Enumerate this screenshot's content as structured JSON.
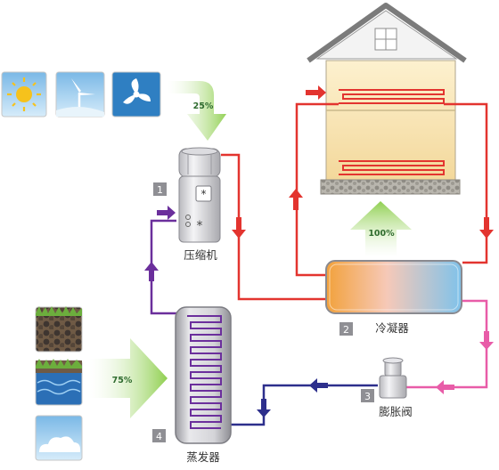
{
  "inputs": {
    "environment_share": "25%",
    "ground_share": "75%",
    "output_share": "100%"
  },
  "components": {
    "compressor": {
      "number": "1",
      "label": "压缩机"
    },
    "condenser": {
      "number": "2",
      "label": "冷凝器"
    },
    "expansion_valve": {
      "number": "3",
      "label": "膨胀阀"
    },
    "evaporator": {
      "number": "4",
      "label": "蒸发器"
    }
  },
  "icons": [
    "sun-icon",
    "wind-turbine-icon",
    "fan-icon",
    "ground-soil-icon",
    "ground-water-icon",
    "air-icon"
  ],
  "colors": {
    "hot_line": "#e3342f",
    "cold_line": "#2d2f8c",
    "warm_return": "#e85ca8",
    "suction_line": "#6b2f9c",
    "green_arrow": "#8fcf4f",
    "house_wall": "#f7dfa6"
  }
}
